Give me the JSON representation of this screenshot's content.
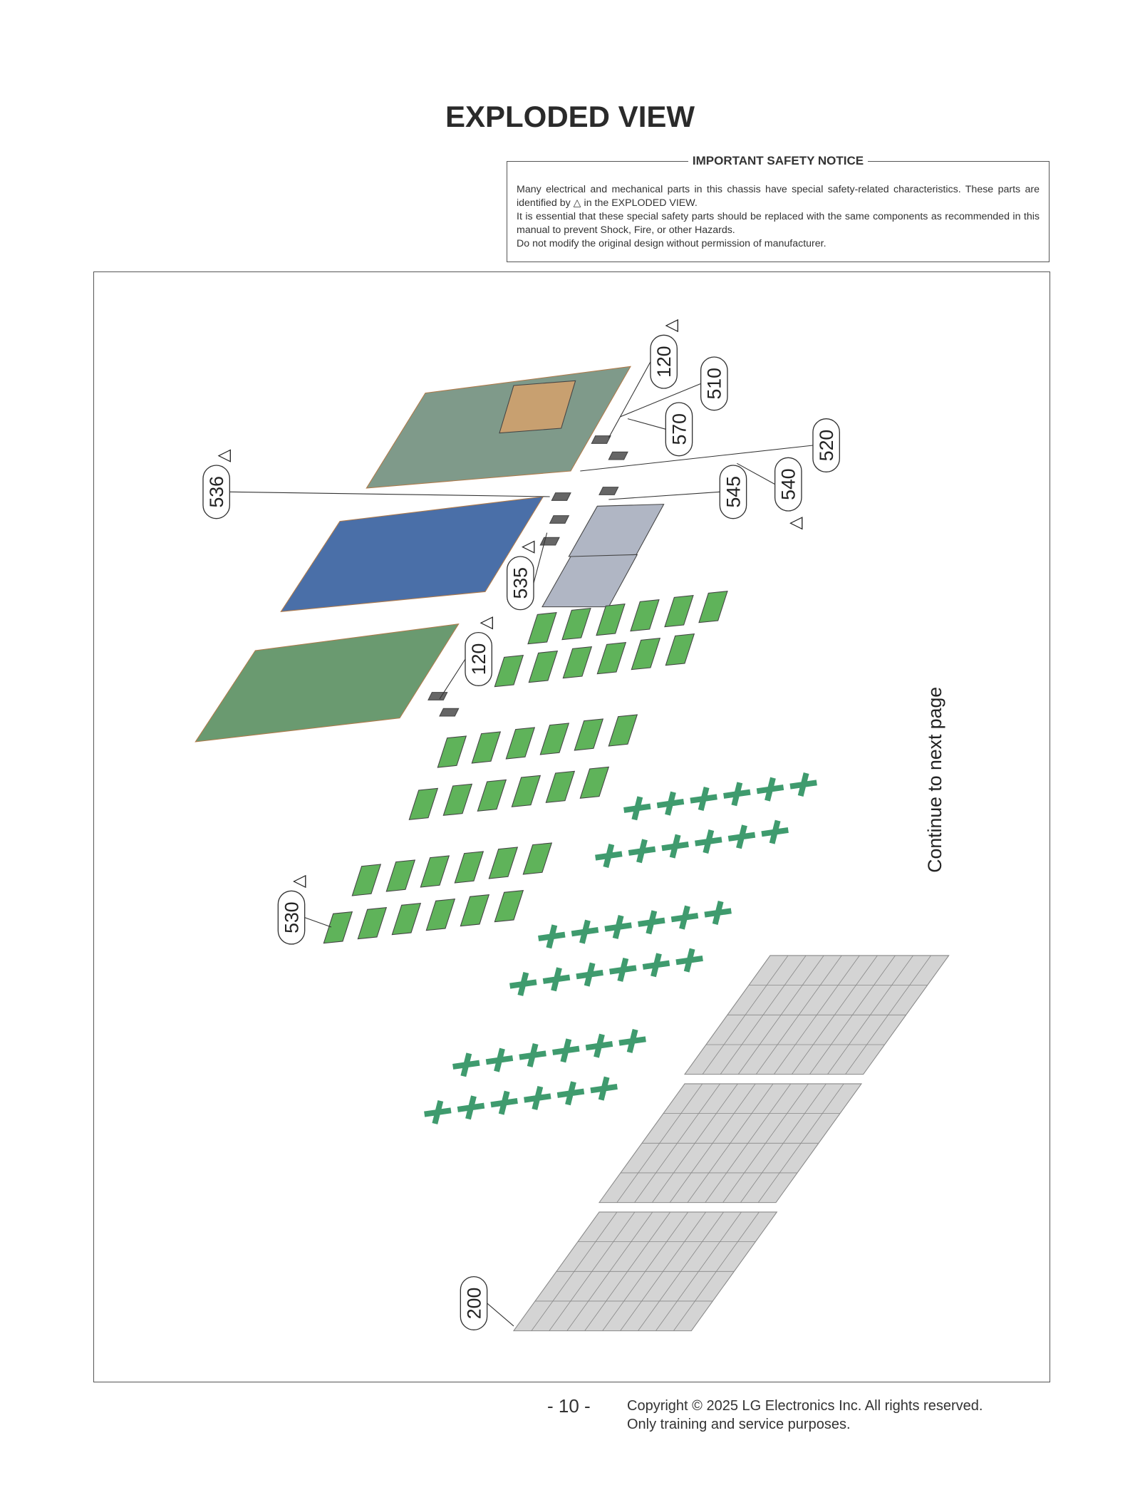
{
  "title": "EXPLODED VIEW",
  "notice": {
    "heading": "IMPORTANT SAFETY NOTICE",
    "line1": "Many electrical and mechanical parts in this chassis have special safety-related characteristics. These parts are identified by",
    "line1_tail": "in the EXPLODED VIEW.",
    "line2": "It is essential that these special safety parts should be replaced with the same components as recommended in this manual to prevent Shock, Fire, or other Hazards.",
    "line3": "Do not modify the original design without permission of manufacturer."
  },
  "diagram": {
    "continue_label": "Continue to next page",
    "callouts": [
      {
        "label": "120",
        "safety": true
      },
      {
        "label": "510",
        "safety": false
      },
      {
        "label": "570",
        "safety": false
      },
      {
        "label": "520",
        "safety": false
      },
      {
        "label": "540",
        "safety": true
      },
      {
        "label": "545",
        "safety": false
      },
      {
        "label": "536",
        "safety": true
      },
      {
        "label": "535",
        "safety": true
      },
      {
        "label": "120",
        "safety": true
      },
      {
        "label": "530",
        "safety": true
      },
      {
        "label": "200",
        "safety": false
      }
    ],
    "colors": {
      "board_green": "#5fb35a",
      "cross_green": "#3f9b6e",
      "panel_blue": "#4a6fa8",
      "grid_gray": "#d4d4d4",
      "frame_brown": "#b07a4a"
    }
  },
  "footer": {
    "page_number": "- 10 -",
    "copyright": "Copyright © 2025 LG Electronics Inc. All rights reserved.",
    "purpose": "Only training and service purposes."
  }
}
